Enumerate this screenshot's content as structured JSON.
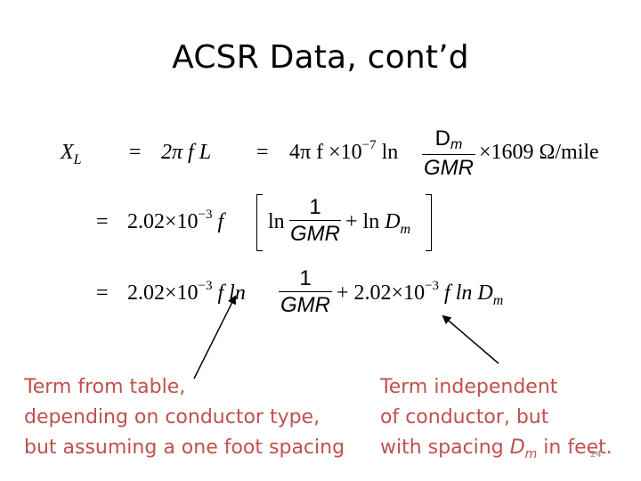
{
  "title": "ACSR Data, cont’d",
  "equations": {
    "line1": {
      "lhs_x": "X",
      "lhs_sub": "L",
      "eq1": "=",
      "term1": "2π f L",
      "eq2": "=",
      "term2_prefix": "4π f ×10",
      "term2_exp": "−7",
      "ln": "ln",
      "frac_num": "D",
      "frac_num_sub": "m",
      "frac_den": "GMR",
      "tail": "×1609 Ω/mile"
    },
    "line2": {
      "eq": "=",
      "coef": "2.02×10",
      "exp": "−3",
      "f": "f",
      "ln": "ln",
      "frac_num": "1",
      "frac_den": "GMR",
      "plus_ln": "+ ln",
      "dm": "D",
      "dm_sub": "m"
    },
    "line3": {
      "eq": "=",
      "coef": "2.02×10",
      "exp": "−3",
      "f_ln": "f ln",
      "frac_num": "1",
      "frac_den": "GMR",
      "plus_coef": "+ 2.02×10",
      "exp2": "−3",
      "f_ln2": "f ln",
      "dm": "D",
      "dm_sub": "m"
    }
  },
  "notes": {
    "left": {
      "line1": "Term from table,",
      "line2": "depending on conductor type,",
      "line3": "but assuming a one foot spacing"
    },
    "right": {
      "line1": "Term independent",
      "line2": "of conductor, but",
      "line3_pre": "with spacing ",
      "line3_d": "D",
      "line3_sub": "m",
      "line3_post": " in feet",
      "line3_dot": "."
    }
  },
  "page_number": "24",
  "colors": {
    "note_text": "#c0504d",
    "arrow": "#000000"
  }
}
